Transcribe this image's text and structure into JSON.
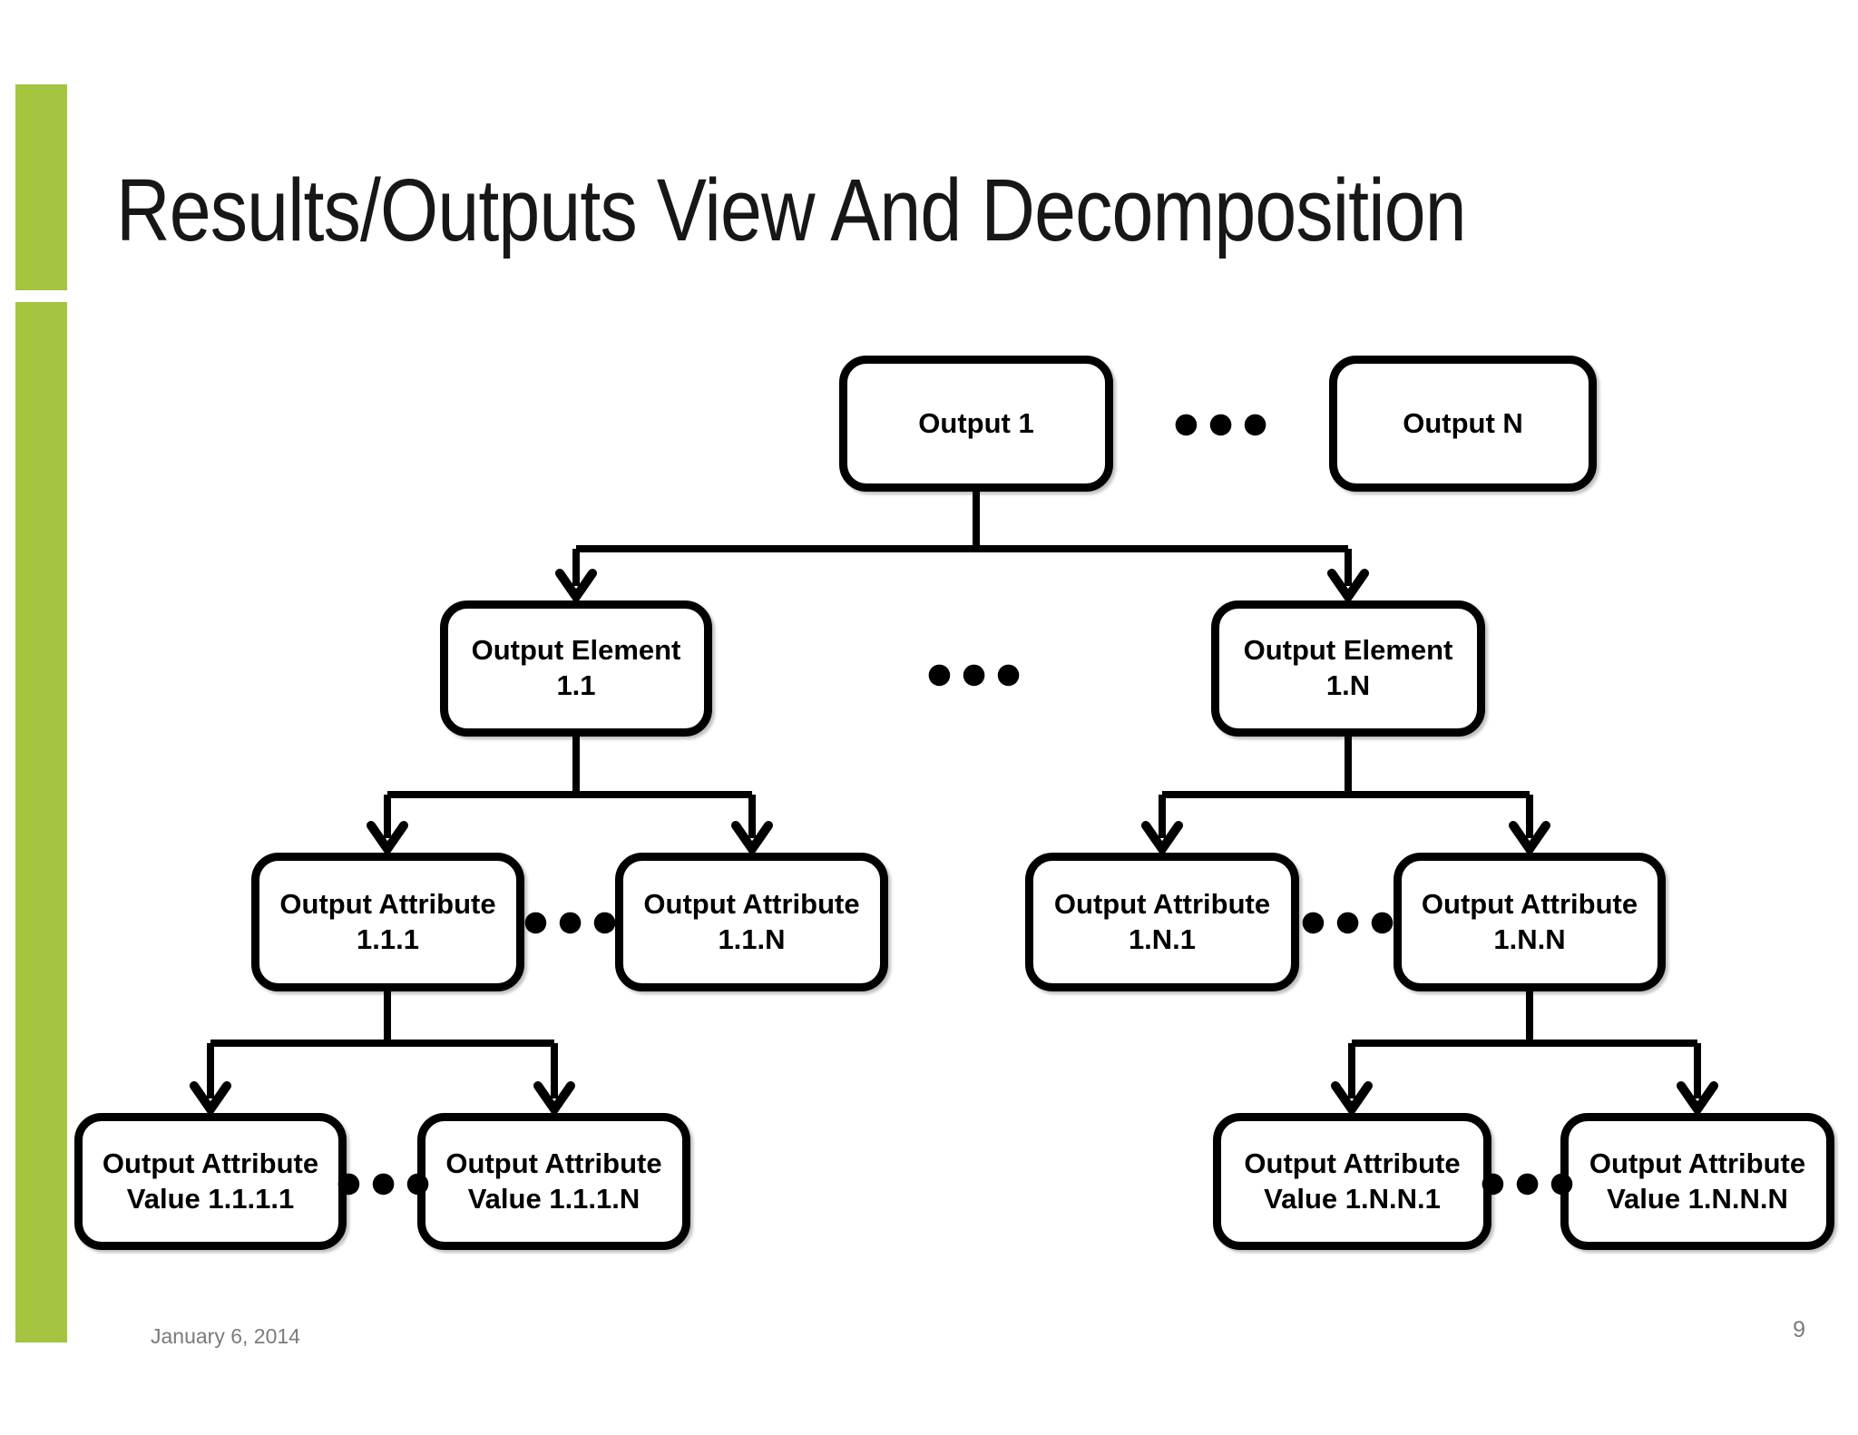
{
  "slide": {
    "title": "Results/Outputs View And Decomposition",
    "footer_date": "January 6, 2014",
    "page_number": "9",
    "accent_color": "#a5c43f"
  },
  "diagram": {
    "ellipsis": "●●●",
    "nodes": [
      {
        "id": "output-1",
        "label": "Output 1"
      },
      {
        "id": "output-n",
        "label": "Output N"
      },
      {
        "id": "output-element-1-1",
        "label": "Output Element\n1.1"
      },
      {
        "id": "output-element-1-n",
        "label": "Output Element\n1.N"
      },
      {
        "id": "output-attribute-1-1-1",
        "label": "Output Attribute\n1.1.1"
      },
      {
        "id": "output-attribute-1-1-n",
        "label": "Output Attribute\n1.1.N"
      },
      {
        "id": "output-attribute-1-n-1",
        "label": "Output Attribute\n1.N.1"
      },
      {
        "id": "output-attribute-1-n-n",
        "label": "Output Attribute\n1.N.N"
      },
      {
        "id": "output-attribute-value-1-1-1-1",
        "label": "Output Attribute\nValue 1.1.1.1"
      },
      {
        "id": "output-attribute-value-1-1-1-n",
        "label": "Output Attribute\nValue 1.1.1.N"
      },
      {
        "id": "output-attribute-value-1-n-n-1",
        "label": "Output Attribute\nValue 1.N.N.1"
      },
      {
        "id": "output-attribute-value-1-n-n-n",
        "label": "Output Attribute\nValue 1.N.N.N"
      }
    ]
  }
}
